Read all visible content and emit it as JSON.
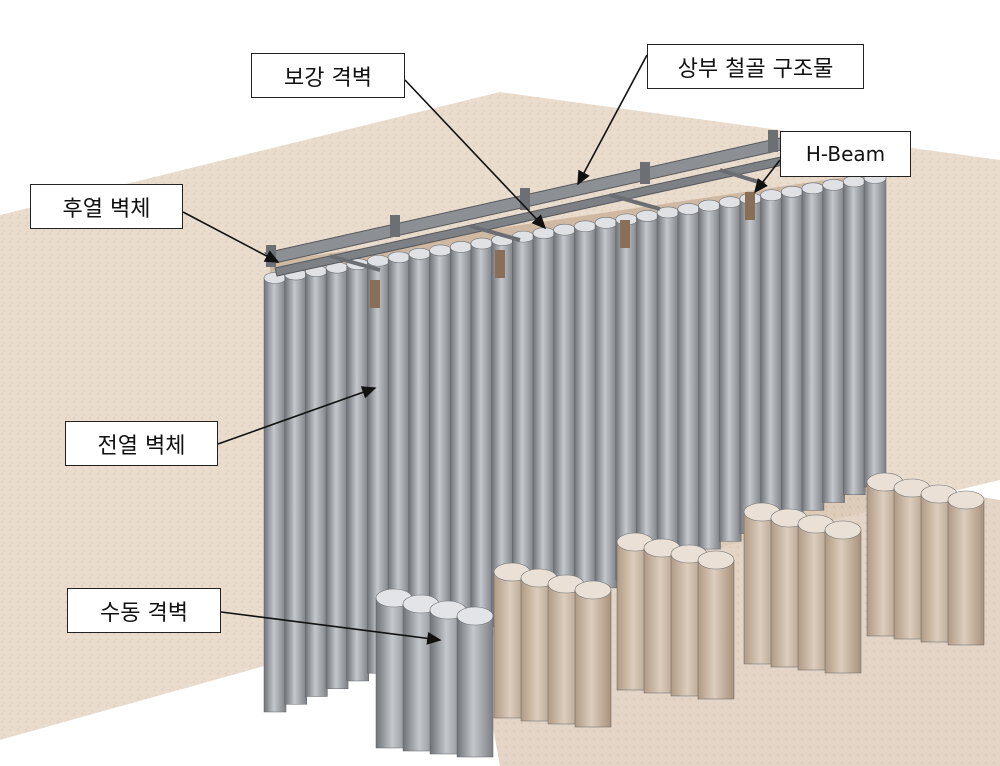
{
  "labels": {
    "rear_wall": "후열 벽체",
    "bracing_wall": "보강 격벽",
    "upper_steel": "상부 철골 구조물",
    "h_beam": "H-Beam",
    "front_wall": "전열 벽체",
    "buttress_wall": "수동 격벽"
  },
  "colors": {
    "ground": "#e8d9cb",
    "pile": "#9b9ea3",
    "steel": "#8a8c90",
    "concrete": "#c9b9a8",
    "label_border": "#222222"
  }
}
